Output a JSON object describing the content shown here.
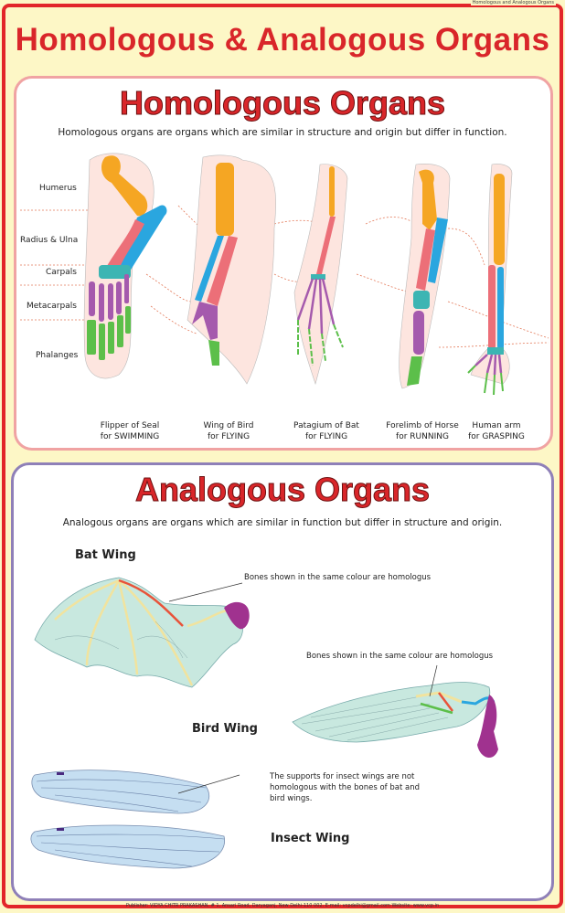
{
  "header_note": "Homologous and Analogous Organs",
  "title": "Homologous & Analogous Organs",
  "homologous": {
    "title": "Homologous Organs",
    "description": "Homologous organs are organs which are similar in structure and origin but differ in function.",
    "bone_labels": [
      "Humerus",
      "Radius & Ulna",
      "Carpals",
      "Metacarpals",
      "Phalanges"
    ],
    "captions": [
      {
        "line1": "Flipper of Seal",
        "line2": "for SWIMMING"
      },
      {
        "line1": "Wing of Bird",
        "line2": "for FLYING"
      },
      {
        "line1": "Patagium of Bat",
        "line2": "for FLYING"
      },
      {
        "line1": "Forelimb of Horse",
        "line2": "for RUNNING"
      },
      {
        "line1": "Human arm",
        "line2": "for GRASPING"
      }
    ]
  },
  "analogous": {
    "title": "Analogous Organs",
    "description": "Analogous organs are organs which are similar in function but differ in structure and origin.",
    "bat_wing": "Bat Wing",
    "bird_wing": "Bird Wing",
    "insect_wing": "Insect Wing",
    "note_bat": "Bones shown in the same colour are homologus",
    "note_bird": "Bones shown in the same colour are homologus",
    "note_insect": [
      "The supports for insect wings are not",
      "homologous with the bones of bat and",
      "bird wings."
    ]
  },
  "publisher": "Publisher: VIDYA CHITR PRAKASHAN, # 1, Ansari Road, Daryaganj, New Delhi-110 002. E-mail: vcpdelhi@gmail.com  Website: www.vcp.in",
  "colors": {
    "humerus": "#f5a623",
    "radius": "#2aa6df",
    "ulna": "#ec6f78",
    "carpals": "#3cb5b3",
    "metacarpals": "#a55aad",
    "phalanges": "#5cbf4a",
    "title": "#d9262a"
  }
}
